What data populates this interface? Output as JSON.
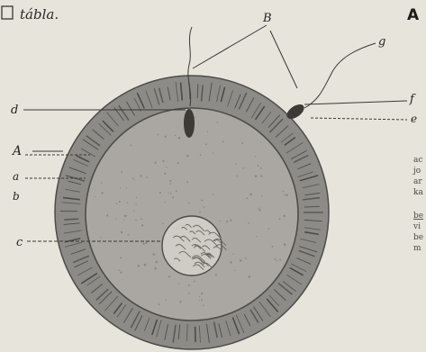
{
  "page": {
    "header_title": "tábla.",
    "corner_letter": "A",
    "background": "#e7e4dc"
  },
  "figure": {
    "colors": {
      "zona": "#8d8b87",
      "zona_dark": "#6f6d69",
      "cytoplasm": "#aaa7a3",
      "nucleus": "#cfcbc5",
      "ink": "#2a2826",
      "sperm_head": "#3b3a37"
    },
    "labels": {
      "B": "B",
      "d": "d",
      "A": "A",
      "a": "a",
      "b": "b",
      "c": "c",
      "f": "f",
      "e": "e",
      "g": "g"
    }
  },
  "side_text": {
    "block1": [
      "ac",
      "jo",
      "ar",
      "ka"
    ],
    "block2": [
      "be",
      "vi",
      "be",
      "m"
    ]
  }
}
